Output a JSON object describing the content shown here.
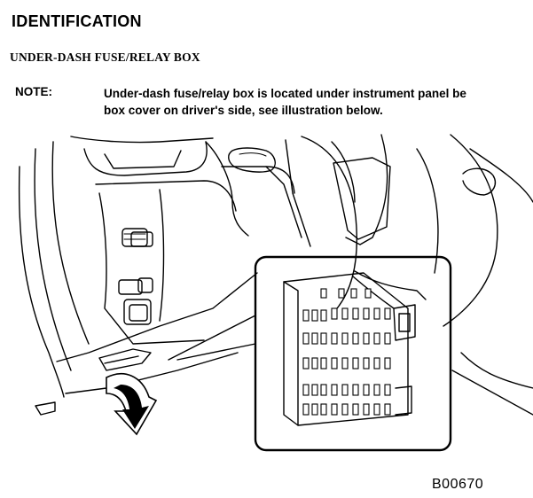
{
  "document": {
    "heading": "IDENTIFICATION",
    "subheading": "UNDER-DASH FUSE/RELAY BOX",
    "note_label": "NOTE:",
    "note_line1": "Under-dash fuse/relay box is located under instrument panel be",
    "note_line2": "box cover on driver's side, see illustration below.",
    "figure_code": "B00670"
  },
  "icons": {
    "arrow": "curved-arrow-down-icon"
  }
}
